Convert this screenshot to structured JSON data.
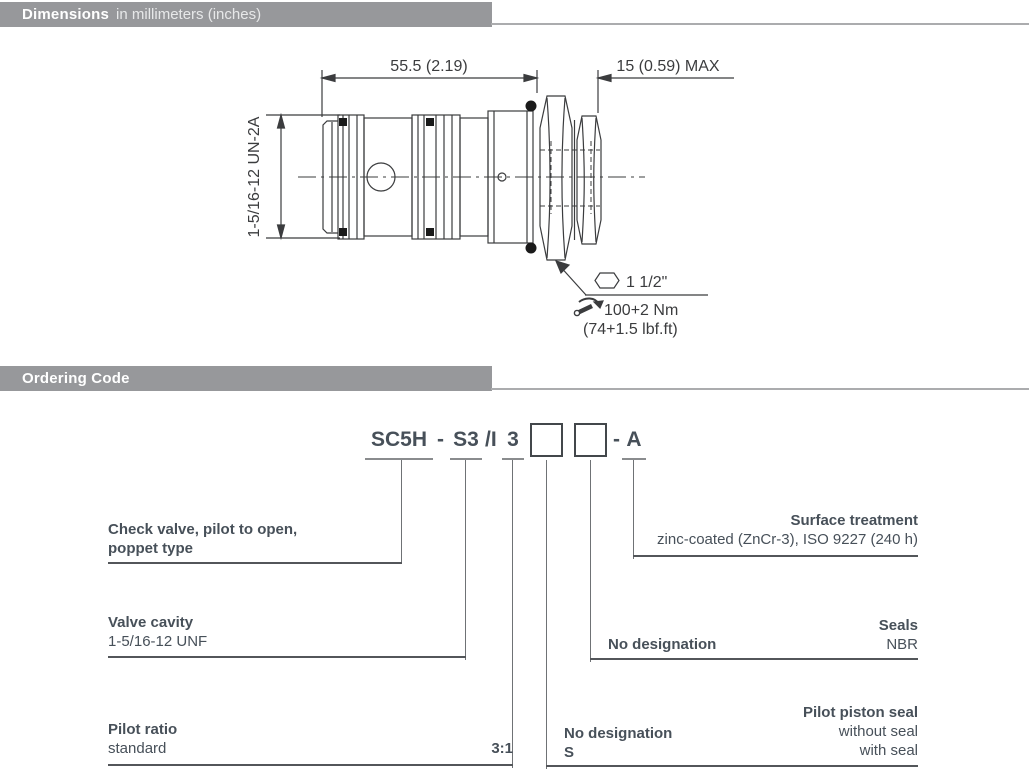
{
  "dimensions_section": {
    "header": {
      "title": "Dimensions",
      "subtitle": "in millimeters (inches)"
    },
    "drawing": {
      "width_dim": "55.5 (2.19)",
      "hex_depth_dim": "15 (0.59) MAX",
      "thread_spec": "1-5/16-12 UN-2A",
      "hex_size": "1 1/2\"",
      "torque_metric": "100+2 Nm",
      "torque_imperial": "(74+1.5 lbf.ft)"
    }
  },
  "ordering_section": {
    "header": {
      "title": "Ordering Code"
    },
    "code": {
      "model": "SC5H",
      "sep1": "-",
      "cavity": "S3",
      "variant": "/I",
      "ratio": "3",
      "sep2": "-",
      "surface": "A"
    },
    "callouts": {
      "model": {
        "line1": "Check valve, pilot to open,",
        "line2": "poppet type"
      },
      "cavity": {
        "title": "Valve cavity",
        "value": "1-5/16-12 UNF"
      },
      "pilot_ratio": {
        "title": "Pilot ratio",
        "option": "standard",
        "code": "3:1"
      },
      "surface": {
        "title": "Surface treatment",
        "value": "zinc-coated (ZnCr-3), ISO 9227 (240 h)"
      },
      "seals": {
        "no_designation": "No designation",
        "title": "Seals",
        "value": "NBR"
      },
      "piston_seal": {
        "no_designation": "No designation",
        "code_s": "S",
        "title": "Pilot piston seal",
        "option1": "without seal",
        "option2": "with seal"
      }
    }
  },
  "colors": {
    "header_bar": "#97989b",
    "body_text": "#475059",
    "drawing_line": "#3b3c3e"
  }
}
